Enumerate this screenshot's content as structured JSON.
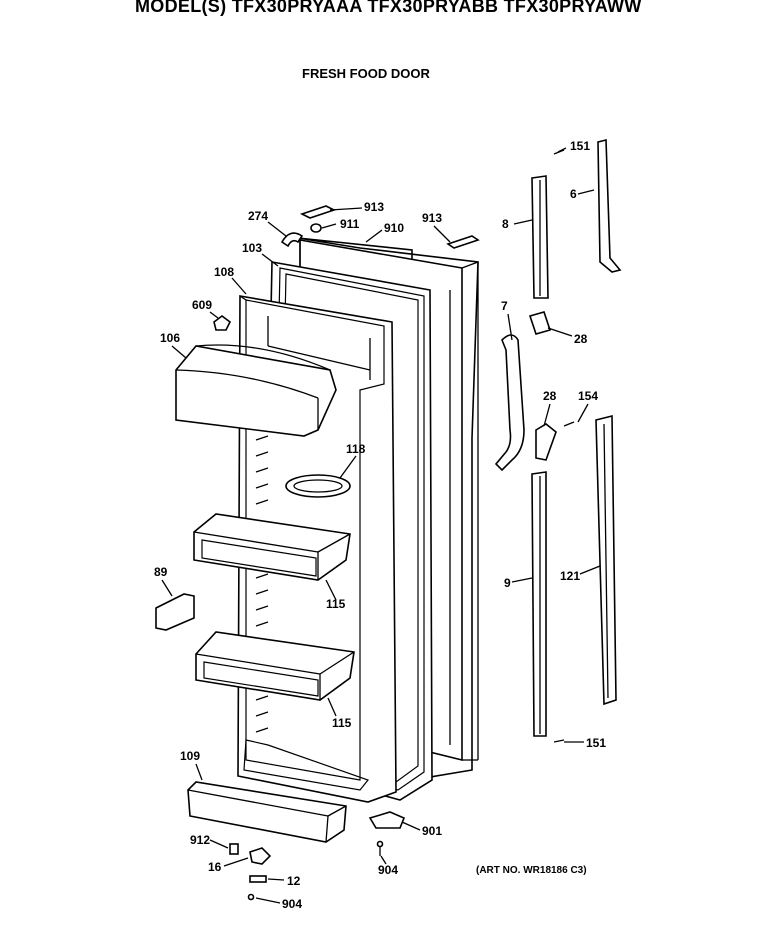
{
  "header": {
    "title": "MODEL(S) TFX30PRYAAA  TFX30PRYABB  TFX30PRYAWW",
    "subtitle": "FRESH FOOD DOOR"
  },
  "footer": {
    "art_no": "(ART NO. WR18186 C3)"
  },
  "part_labels": {
    "p151a": "151",
    "p6": "6",
    "p8": "8",
    "p913a": "913",
    "p911": "911",
    "p274": "274",
    "p913b": "913",
    "p910": "910",
    "p103": "103",
    "p108": "108",
    "p609": "609",
    "p7": "7",
    "p28a": "28",
    "p106": "106",
    "p28b": "28",
    "p154": "154",
    "p118": "118",
    "p89": "89",
    "p115a": "115",
    "p9": "9",
    "p121": "121",
    "p115b": "115",
    "p109": "109",
    "p151b": "151",
    "p901": "901",
    "p912": "912",
    "p16": "16",
    "p12": "12",
    "p904a": "904",
    "p904b": "904"
  }
}
